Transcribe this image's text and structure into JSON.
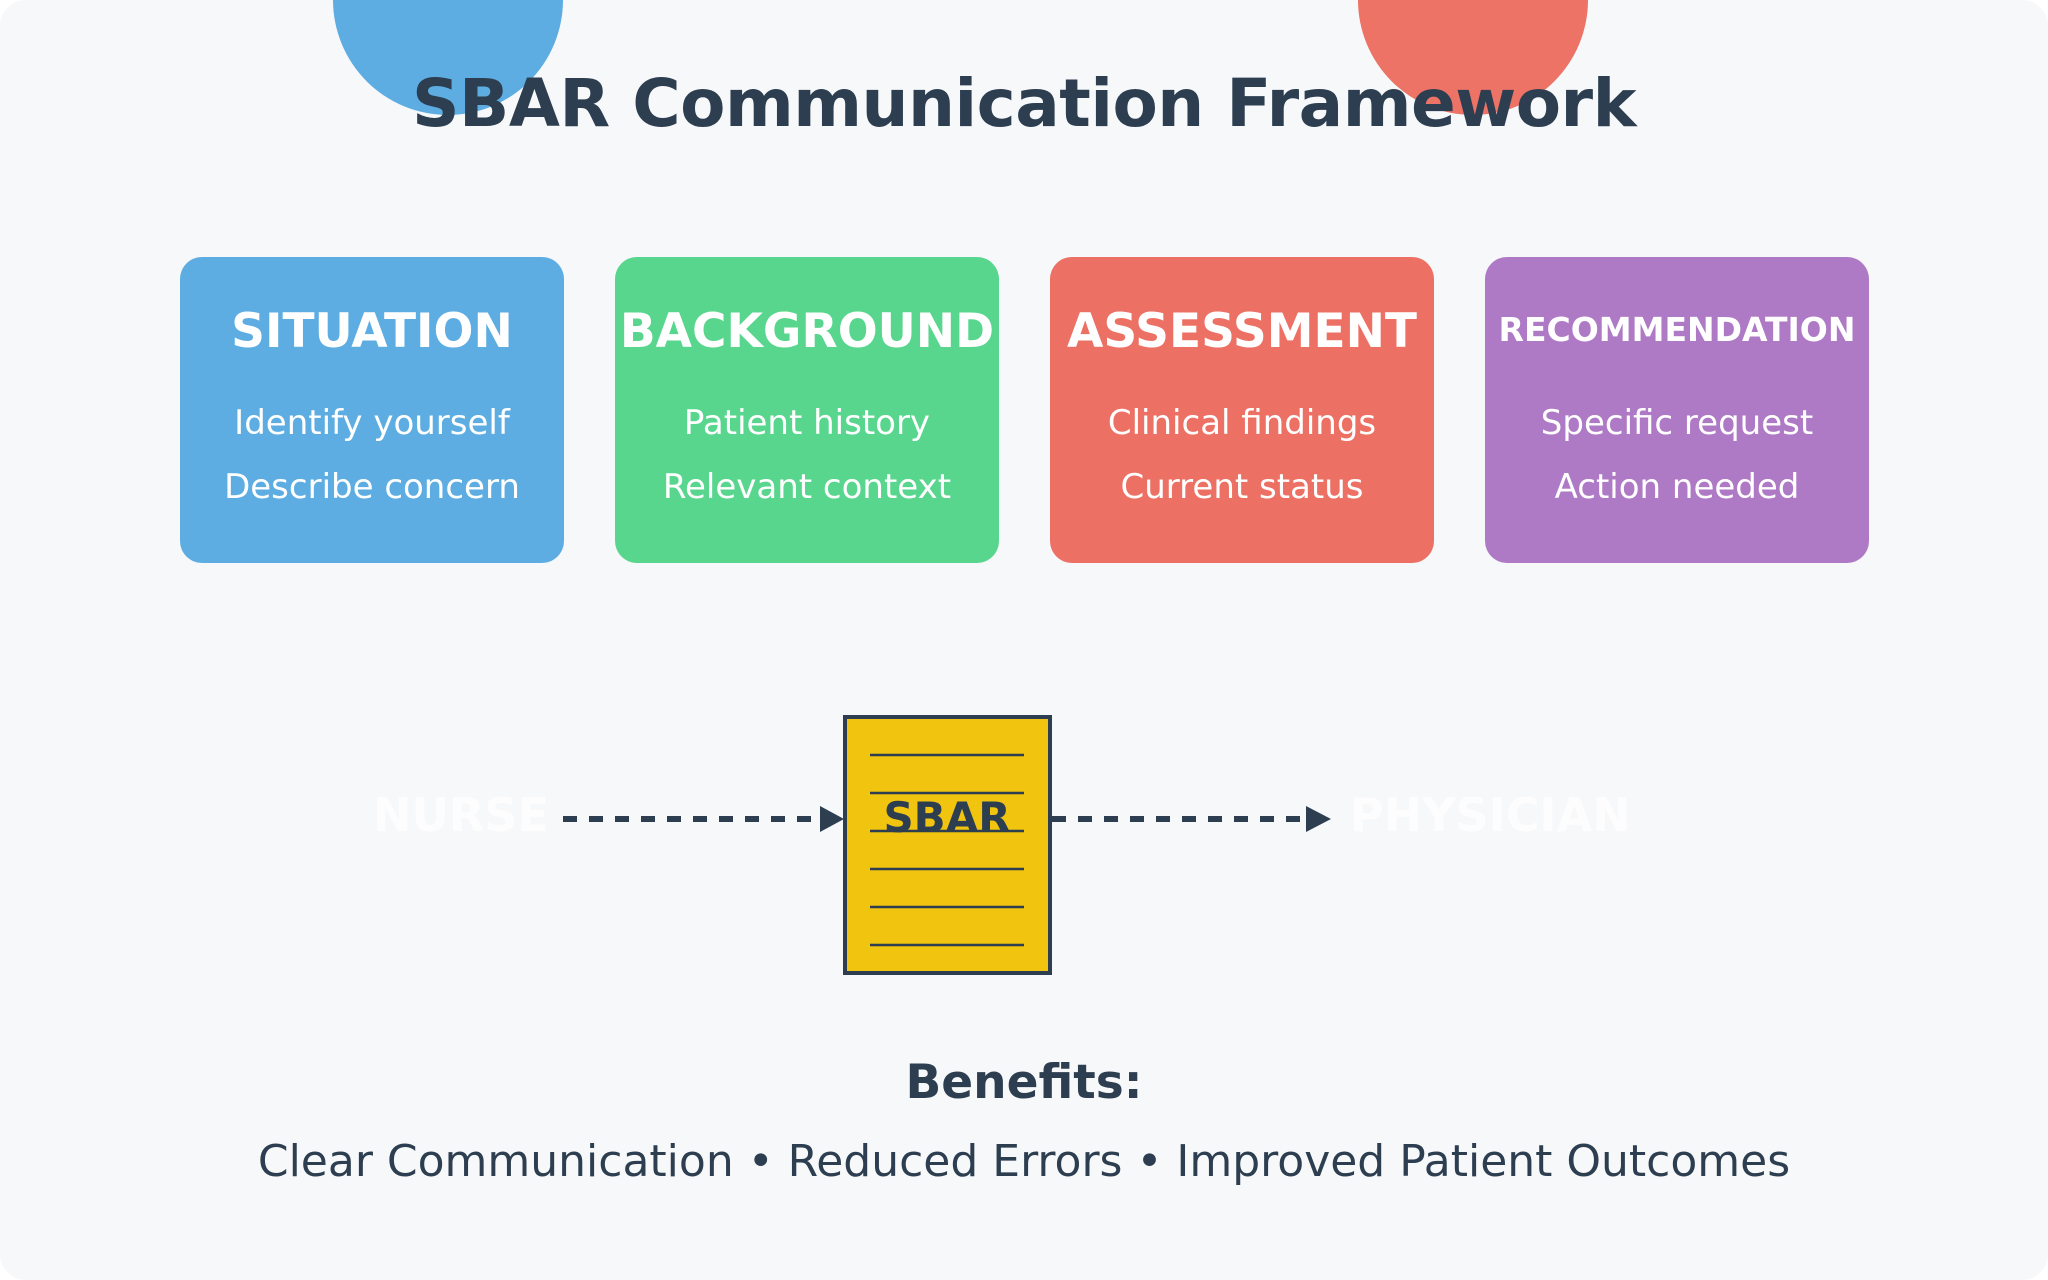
{
  "title": "SBAR Communication Framework",
  "colors": {
    "situation": "#5dade2",
    "background": "#58d68d",
    "assessment": "#ec7063",
    "recommendation": "#af7ac5",
    "document": "#f1c40f",
    "text_dark": "#2c3e50"
  },
  "cards": [
    {
      "title": "SITUATION",
      "lines": [
        "Identify yourself",
        "Describe concern"
      ]
    },
    {
      "title": "BACKGROUND",
      "lines": [
        "Patient history",
        "Relevant context"
      ]
    },
    {
      "title": "ASSESSMENT",
      "lines": [
        "Clinical findings",
        "Current status"
      ]
    },
    {
      "title": "RECOMMENDATION",
      "lines": [
        "Specific request",
        "Action needed"
      ]
    }
  ],
  "flow": {
    "sender": "NURSE",
    "document_label": "SBAR",
    "receiver": "PHYSICIAN"
  },
  "benefits": {
    "heading": "Benefits:",
    "text": "Clear Communication • Reduced Errors • Improved Patient Outcomes"
  }
}
